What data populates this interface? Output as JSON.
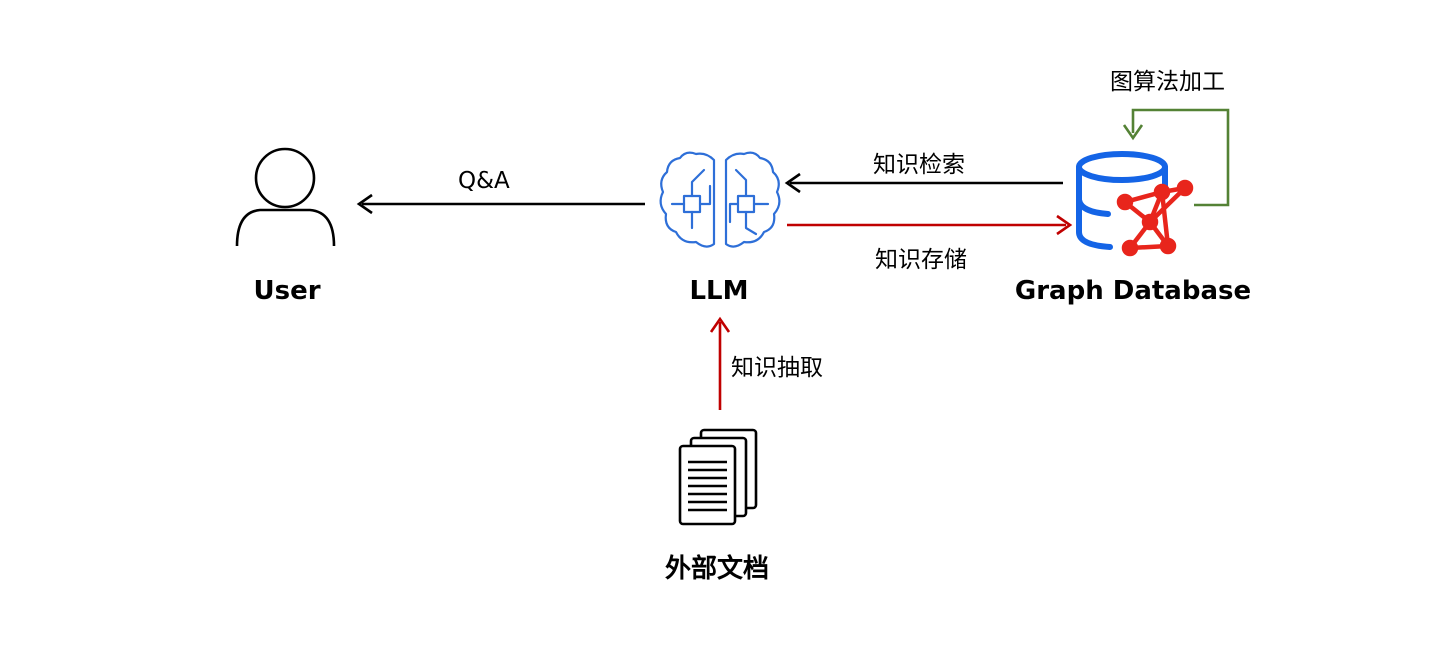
{
  "nodes": {
    "user": {
      "label": "User",
      "icon": "user-icon"
    },
    "llm": {
      "label": "LLM",
      "icon": "brain-chip-icon"
    },
    "graph_db": {
      "label": "Graph Database",
      "icon": "graph-database-icon"
    },
    "docs": {
      "label": "外部文档",
      "icon": "documents-icon"
    }
  },
  "edges": {
    "qa": {
      "label": "Q&A",
      "color": "#000000"
    },
    "retrieval": {
      "label": "知识检索",
      "color": "#000000"
    },
    "storage": {
      "label": "知识存储",
      "color": "#c00000"
    },
    "extraction": {
      "label": "知识抽取",
      "color": "#c00000"
    },
    "graph_processing": {
      "label": "图算法加工",
      "color": "#548235"
    }
  },
  "colors": {
    "database_blue": "#1464e6",
    "graph_red": "#e8251c",
    "brain_blue": "#2e6fd8"
  }
}
